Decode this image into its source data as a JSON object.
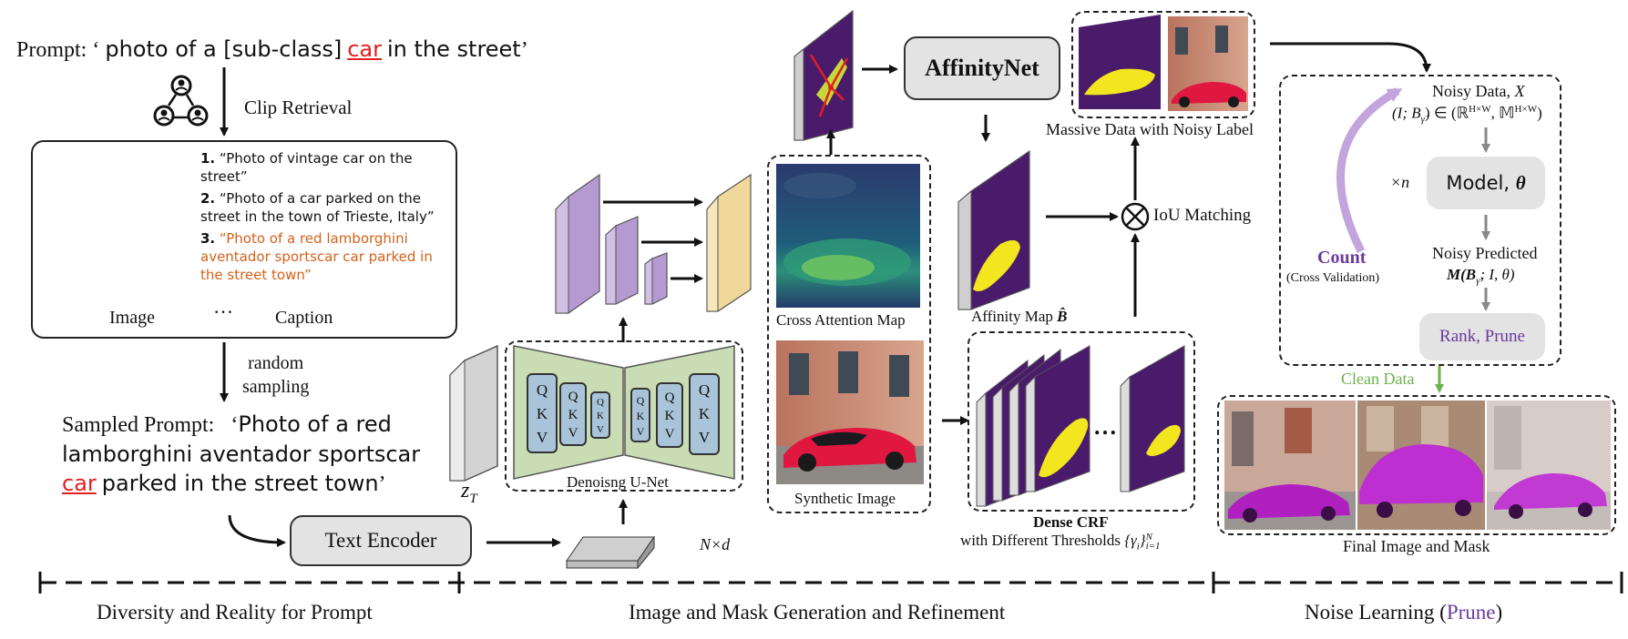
{
  "prompt": {
    "label": "Prompt:",
    "q_open": "‘",
    "pre": "photo of a [sub-class]",
    "highlight": "car",
    "post": "in the street",
    "q_close": "’"
  },
  "clip_retrieval": "Clip Retrieval",
  "captions": {
    "c1_num": "1.",
    "c1": "“Photo of vintage car on the street”",
    "c2_num": "2.",
    "c2": "“Photo of a  car parked on the street in the town of Trieste, Italy”",
    "c3_num": "3.",
    "c3": "“Photo of a red lamborghini aventador sportscar car parked in the street town”",
    "image_label": "Image",
    "dots": "…",
    "caption_label": "Caption"
  },
  "random_sampling": [
    "random",
    "sampling"
  ],
  "sampled_prompt": {
    "label": "Sampled Prompt:",
    "q_open": "‘",
    "line1": "Photo of a red",
    "line2": "lamborghini aventador sportscar",
    "highlight": "car",
    "line3_rest": "parked in the street town",
    "q_close": "’"
  },
  "text_encoder": "Text Encoder",
  "nxd": "N×d",
  "zt": "z",
  "zt_sub": "T",
  "unet": {
    "label": "Denoisng U-Net",
    "qkv": [
      "Q",
      "K",
      "V"
    ]
  },
  "cross_attention_label": "Cross Attention Map",
  "synthetic_image_label": "Synthetic Image",
  "affinitynet": "AffinityNet",
  "massive_data_label": "Massive Data with Noisy Label",
  "iou_matching": "IoU Matching",
  "affinity_map_label": "Affinity Map",
  "affinity_map_symbol": "B̂",
  "dense_crf": "Dense CRF",
  "thresholds": "with Different Thresholds",
  "thresholds_math": "{γ",
  "thresholds_math_sub": "i",
  "thresholds_math_tail": "}",
  "thresholds_sup": "N",
  "thresholds_sub": "i=1",
  "crf_dots": "…",
  "noise": {
    "noisy_data": "Noisy Data,",
    "noisy_data_x": "X",
    "noisy_formula": "(I; B",
    "noisy_formula_tail": ") ∈ (ℝ",
    "noisy_formula_sup1": "H×W",
    "noisy_formula_mid": ", 𝕄",
    "noisy_formula_sup2": "H×W",
    "noisy_formula_end": ")",
    "times_n": "×n",
    "model": "Model,",
    "model_theta": "θ",
    "noisy_predicted": "Noisy Predicted",
    "noisy_predicted_formula": "M(B",
    "noisy_predicted_tail": "; I, θ)",
    "count": "Count",
    "cross_validation": "(Cross Validation)",
    "rank_prune": "Rank, Prune",
    "clean_data": "Clean Data"
  },
  "final_image_label": "Final Image and Mask",
  "sections": {
    "s1": "Diversity and Reality for Prompt",
    "s2": "Image and Mask Generation and Refinement",
    "s3_pre": "Noise Learning (",
    "s3_highlight": "Prune",
    "s3_post": ")"
  },
  "colors": {
    "purple_mask": "#4a1a6b",
    "yellow_mask": "#f2e61f",
    "unet_fill": "#c9dcb3",
    "qkv_fill": "#a9c4d8",
    "feature_purple": "#b49ad1",
    "feature_yellow": "#f0d89a",
    "count_purple": "#6b3a9c",
    "clean_green": "#6cb34a",
    "token_red": "#e02020"
  }
}
